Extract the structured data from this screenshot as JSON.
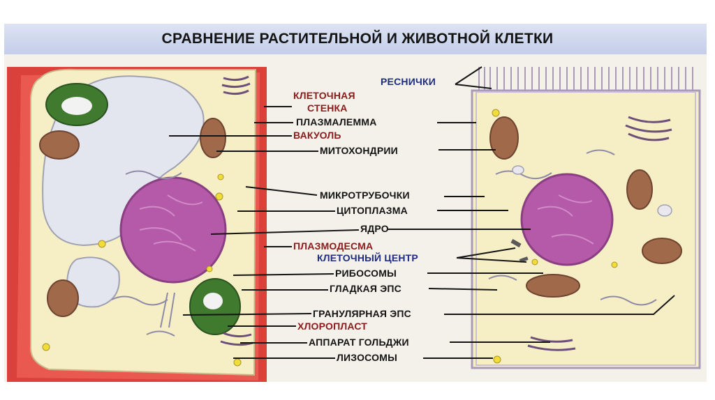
{
  "title": "СРАВНЕНИЕ РАСТИТЕЛЬНОЙ И ЖИВОТНОЙ КЛЕТКИ",
  "colors": {
    "label_black": "#141414",
    "label_red": "#8b1a1a",
    "label_blue": "#1e2c82",
    "cell_wall": "#d9413a",
    "cytoplasm": "#f6eec4",
    "vacuole": "#e4e6ef",
    "nucleus": "#b45aa8",
    "chloroplast": "#3f7a2e",
    "mitochondrion": "#a06a4a",
    "animal_membrane": "#a99ab8"
  },
  "labels": {
    "cilia": "РЕСНИЧКИ",
    "cell_wall_1": "КЛЕТОЧНАЯ",
    "cell_wall_2": "СТЕНКА",
    "plasmalemma": "ПЛАЗМАЛЕММА",
    "vacuole": "ВАКУОЛЬ",
    "mitochondria": "МИТОХОНДРИИ",
    "microtubules": "МИКРОТРУБОЧКИ",
    "cytoplasm": "ЦИТОПЛАЗМА",
    "nucleus": "ЯДРО",
    "plasmodesma": "ПЛАЗМОДЕСМА",
    "cell_center": "КЛЕТОЧНЫЙ ЦЕНТР",
    "ribosomes": "РИБОСОМЫ",
    "smooth_er": "ГЛАДКАЯ ЭПС",
    "granular_er": "ГРАНУЛЯРНАЯ ЭПС",
    "chloroplast": "ХЛОРОПЛАСТ",
    "golgi": "АППАРАТ ГОЛЬДЖИ",
    "lysosomes": "ЛИЗОСОМЫ"
  }
}
